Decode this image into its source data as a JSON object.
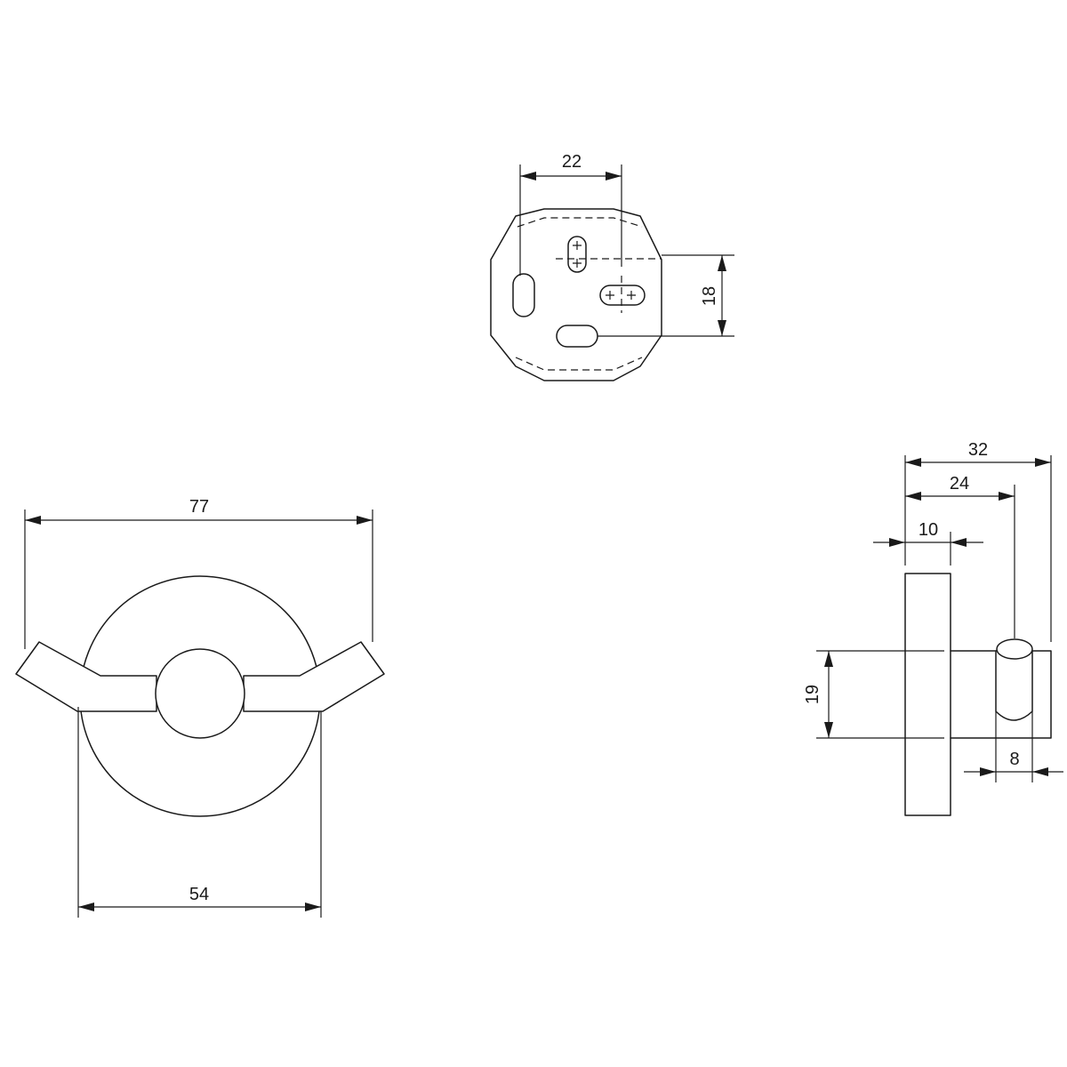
{
  "dimensions": {
    "back_plate_slot_spacing": "22",
    "back_plate_height_offset": "18",
    "overall_width": "77",
    "base_diameter": "54",
    "total_depth": "32",
    "hook_depth": "24",
    "base_thickness": "10",
    "arm_height": "19",
    "hook_diameter": "8"
  },
  "colors": {
    "line": "#1a1a1a",
    "background": "#ffffff"
  }
}
